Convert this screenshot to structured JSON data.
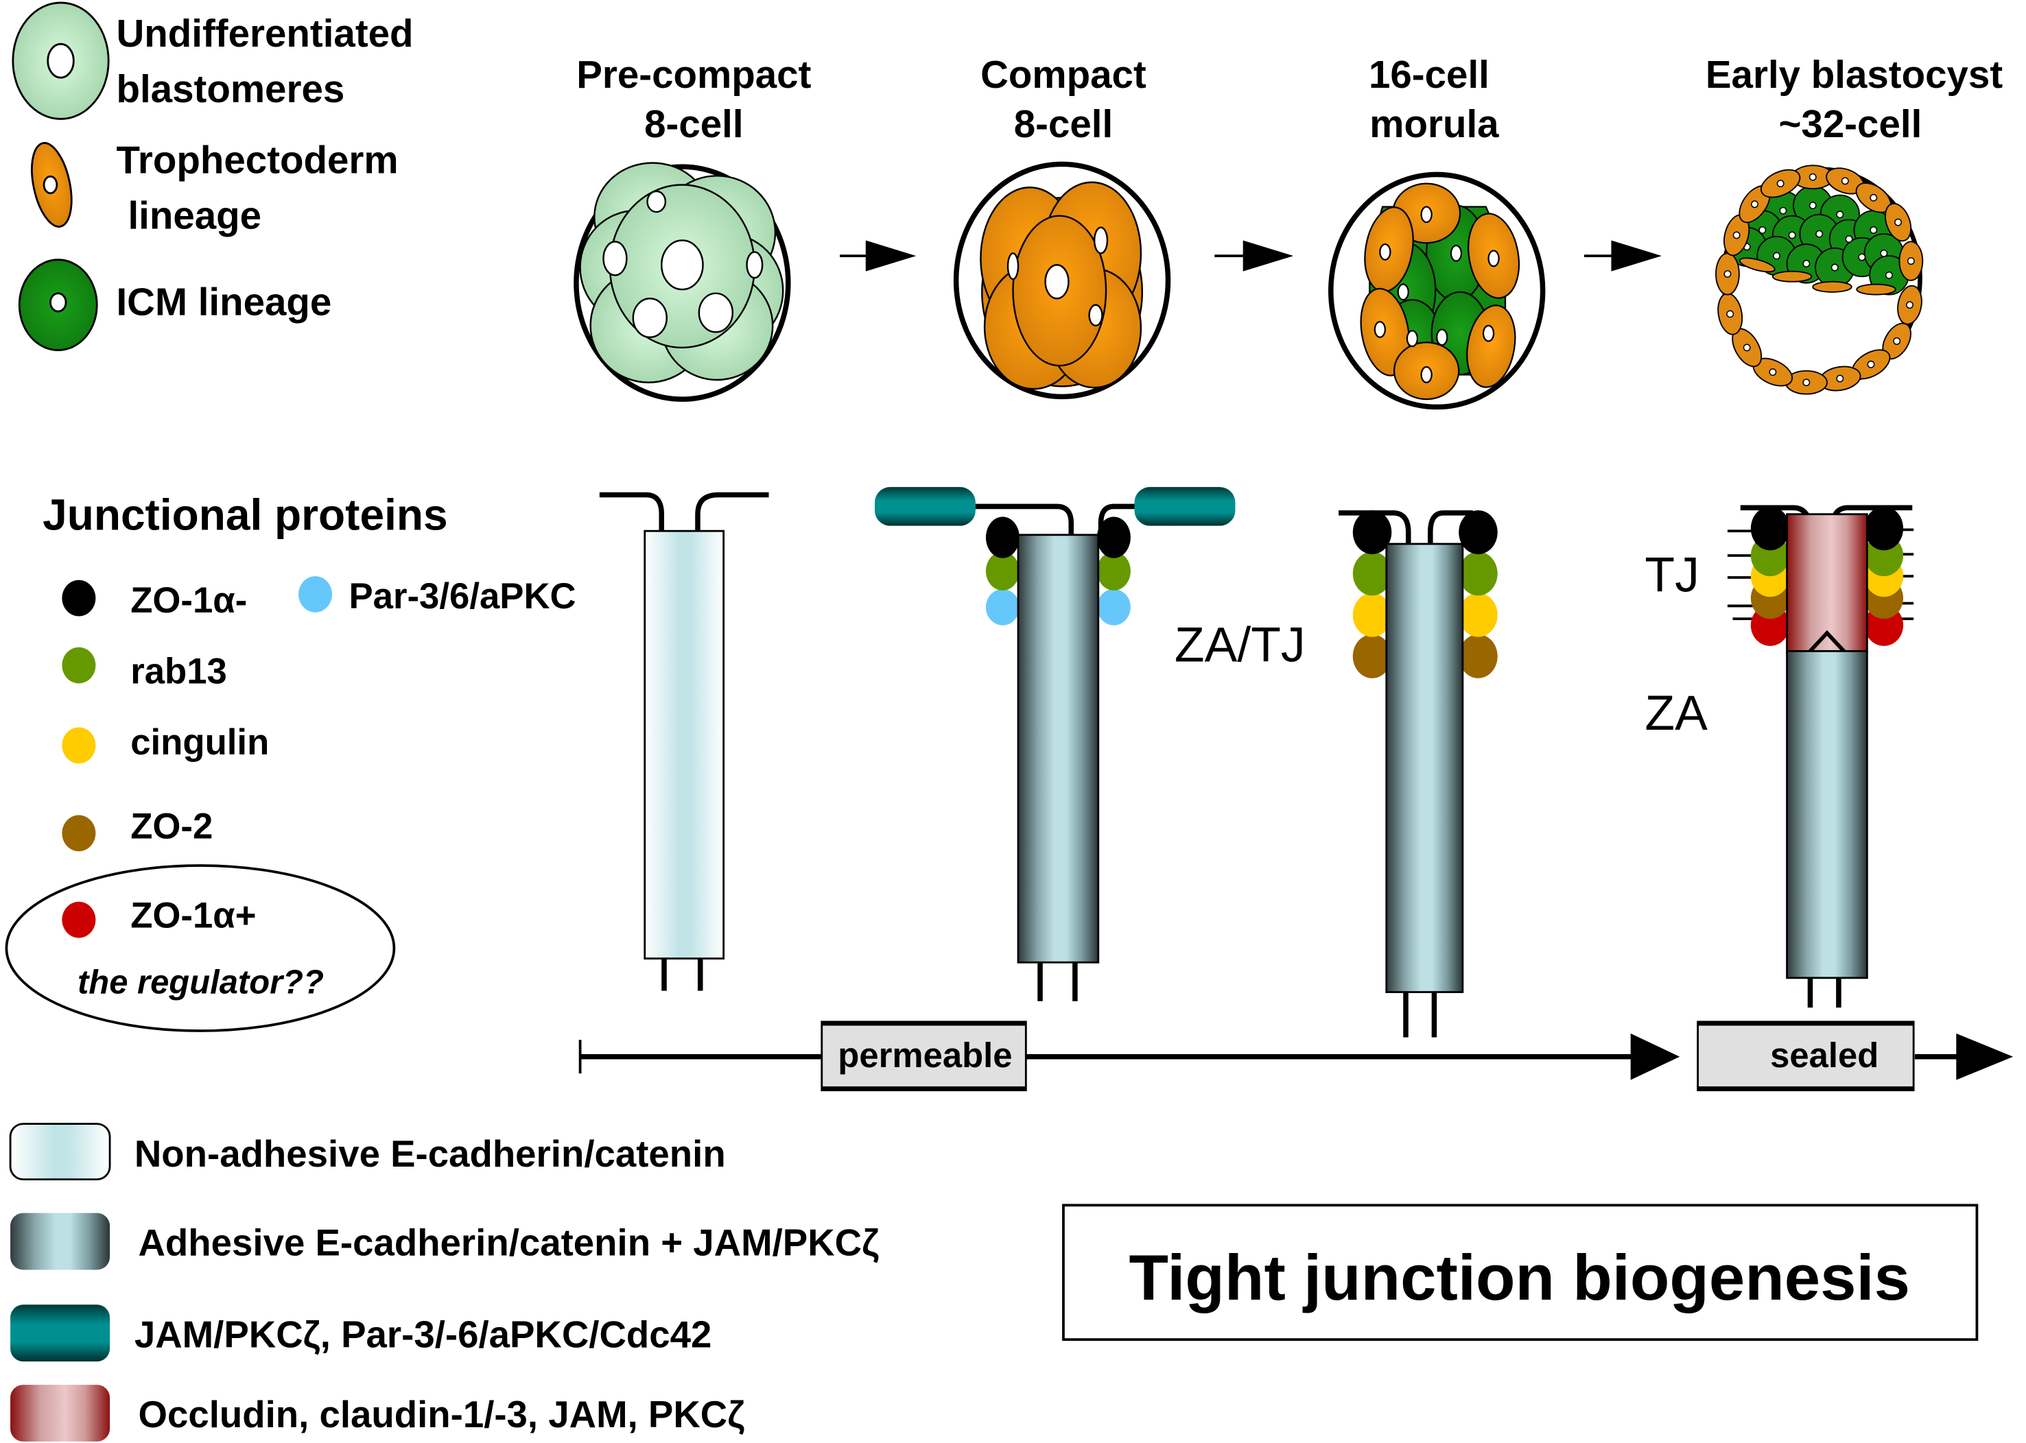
{
  "cell_legend": [
    {
      "label_line1": "Undifferentiated",
      "label_line2": "blastomeres",
      "icon": "blastomere-icon",
      "color": "#b8e6c0"
    },
    {
      "label_line1": "Trophectoderm",
      "label_line2": "lineage",
      "icon": "trophectoderm-cell-icon",
      "color": "#e8900c"
    },
    {
      "label_line1": "ICM lineage",
      "label_line2": "",
      "icon": "icm-cell-icon",
      "color": "#138a13"
    }
  ],
  "stages": [
    {
      "title_line1": "Pre-compact",
      "title_line2": "8-cell"
    },
    {
      "title_line1": "Compact",
      "title_line2": "8-cell"
    },
    {
      "title_line1": "16-cell",
      "title_line2": "morula"
    },
    {
      "title_line1": "Early blastocyst",
      "title_line2": "~32-cell"
    }
  ],
  "junctional_legend": {
    "title": "Junctional proteins",
    "items": [
      {
        "label": "ZO-1α-",
        "color": "#000000"
      },
      {
        "label": "Par-3/6/aPKC",
        "color": "#66c8fa"
      },
      {
        "label": "rab13",
        "color": "#669900"
      },
      {
        "label": "cingulin",
        "color": "#ffcc00"
      },
      {
        "label": "ZO-2",
        "color": "#996600"
      },
      {
        "label": "ZO-1α+",
        "color": "#cc0000"
      }
    ],
    "regulator_note": "the regulator??"
  },
  "junction_labels": {
    "za_tj": "ZA/TJ",
    "tj": "TJ",
    "za": "ZA"
  },
  "timeline": {
    "permeable": "permeable",
    "sealed": "sealed"
  },
  "component_legend": [
    {
      "label": "Non-adhesive E-cadherin/catenin",
      "icon": "non-adhesive-cadherin-swatch"
    },
    {
      "label": "Adhesive E-cadherin/catenin + JAM/PKCζ",
      "icon": "adhesive-cadherin-swatch"
    },
    {
      "label": "JAM/PKCζ, Par-3/-6/aPKC/Cdc42",
      "icon": "jam-par-complex-swatch"
    },
    {
      "label": "Occludin, claudin-1/-3, JAM, PKCζ",
      "icon": "occludin-claudin-swatch"
    }
  ],
  "title_box": "Tight junction biogenesis"
}
